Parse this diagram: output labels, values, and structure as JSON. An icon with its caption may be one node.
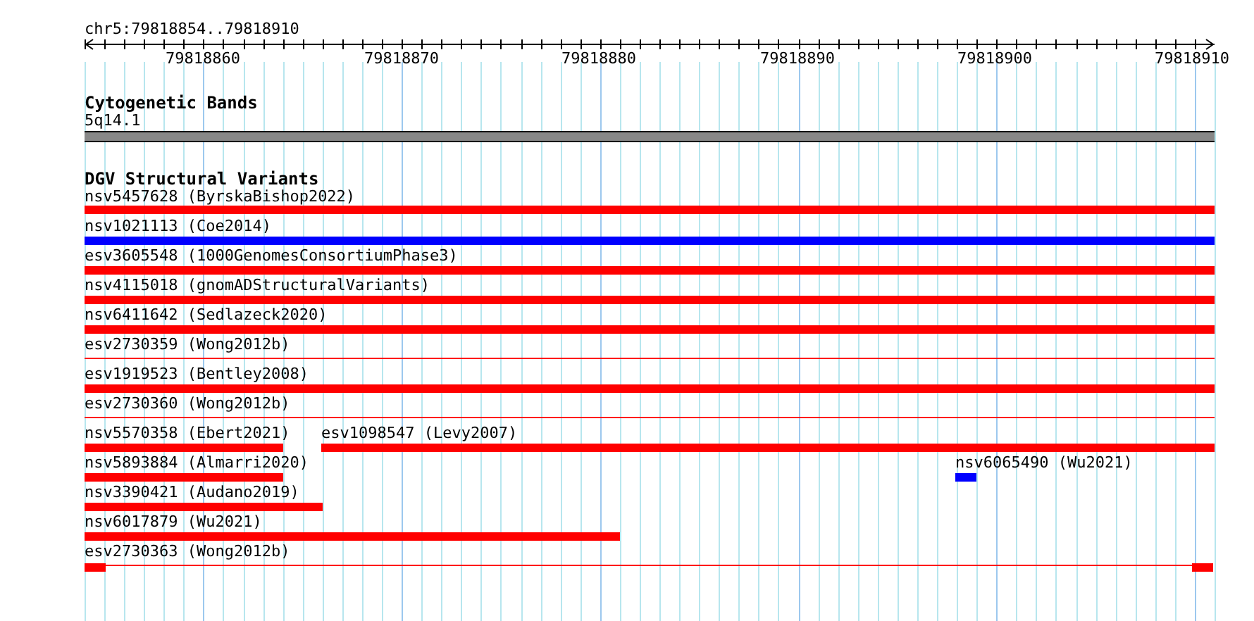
{
  "diagram": {
    "nodes": [
      {
        "text": [
          "5q14.1"
        ]
      },
      {
        "text": [
          "nsv5457628 (ByrskaBishop2022)"
        ]
      },
      {
        "text": [
          "nsv1021113 (Coe2014)"
        ]
      },
      {
        "text": [
          "esv3605548 (1000GenomesConsortiumPhase3)"
        ]
      },
      {
        "text": [
          "nsv4115018 (gnomADStructuralVariants)"
        ]
      },
      {
        "text": [
          "nsv6411642 (Sedlazeck2020)"
        ]
      },
      {
        "text": [
          "esv2730359 (Wong2012b)"
        ]
      },
      {
        "text": [
          "esv1919523 (Bentley2008)"
        ]
      },
      {
        "text": [
          "esv2730360 (Wong2012b)"
        ]
      },
      {
        "text": [
          "nsv5570358 (Ebert2021)"
        ]
      },
      {
        "text": [
          "esv1098547 (Levy2007)"
        ]
      },
      {
        "text": [
          "nsv5893884 (Almarri2020)"
        ]
      },
      {
        "text": [
          "nsv6065490 (Wu2021)"
        ]
      },
      {
        "text": [
          "nsv3390421 (Audano2019)"
        ]
      },
      {
        "text": [
          "nsv6017879 (Wu2021)"
        ]
      },
      {
        "text": [
          "esv2730363 (Wong2012b)"
        ]
      }
    ],
    "labels": [
      "chr5:79818854..79818910",
      "79818860",
      "79818870",
      "79818880",
      "79818890",
      "79818900",
      "79818910",
      "Cytogenetic Bands",
      "DGV Structural Variants"
    ]
  }
}
